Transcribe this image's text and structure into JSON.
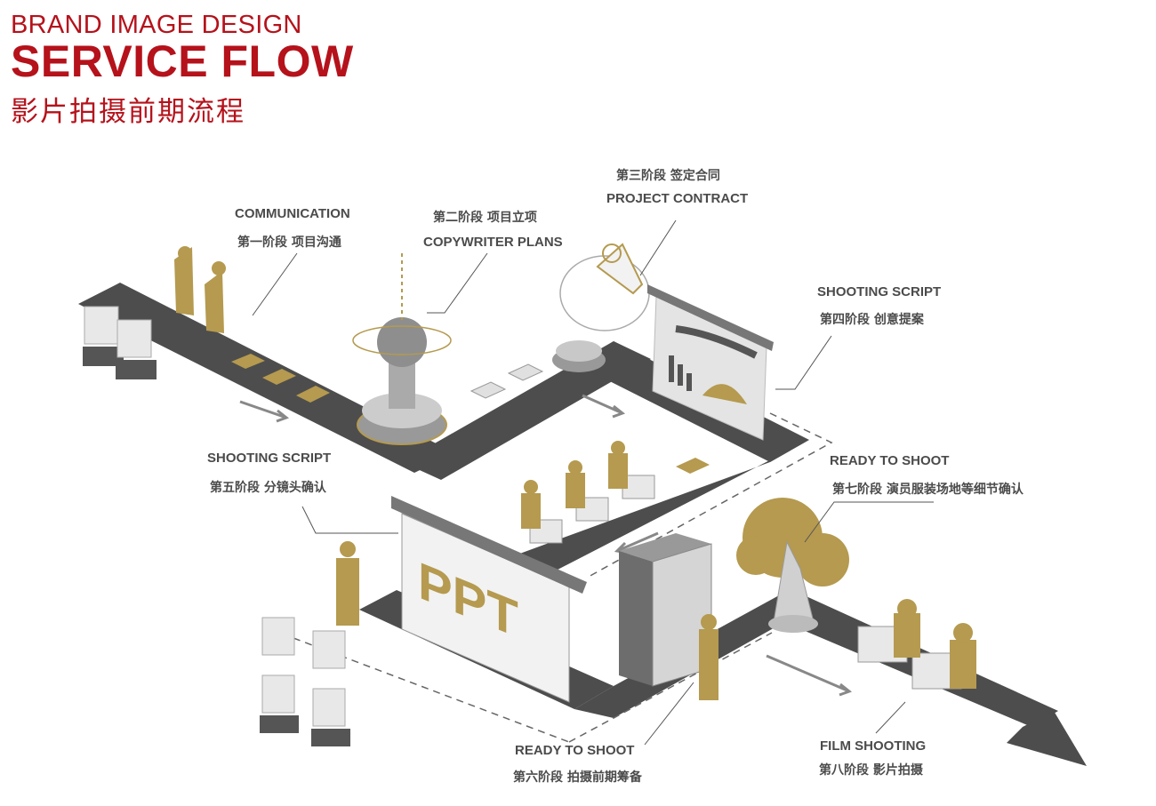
{
  "header": {
    "line1": "BRAND IMAGE DESIGN",
    "line2": "SERVICE FLOW",
    "line3": "影片拍摄前期流程"
  },
  "stages": [
    {
      "en": "COMMUNICATION",
      "cn": "第一阶段  项目沟通"
    },
    {
      "en": "COPYWRITER PLANS",
      "cn": "第二阶段  项目立项"
    },
    {
      "en": "PROJECT CONTRACT",
      "cn": "第三阶段  签定合同"
    },
    {
      "en": "SHOOTING SCRIPT",
      "cn": "第四阶段  创意提案"
    },
    {
      "en": "SHOOTING  SCRIPT",
      "cn": "第五阶段  分镜头确认"
    },
    {
      "en": "READY  TO  SHOOT",
      "cn": "第六阶段  拍摄前期筹备"
    },
    {
      "en": "READY  TO  SHOOT",
      "cn": "第七阶段  演员服装场地等细节确认"
    },
    {
      "en": "FILM  SHOOTING",
      "cn": "第八阶段  影片拍摄"
    }
  ],
  "board_text": "PPT",
  "colors": {
    "brand_red": "#b5121b",
    "road": "#4d4d4d",
    "gold": "#b59a4f",
    "label": "#4b4b4b"
  },
  "icons": [
    "people-icon",
    "document-stack-icon",
    "stamp-icon",
    "pen-icon",
    "chart-board-icon",
    "presentation-board-icon",
    "laptop-icon",
    "cabinet-icon",
    "tree-icon",
    "camera-person-icon",
    "flow-arrow-icon"
  ]
}
